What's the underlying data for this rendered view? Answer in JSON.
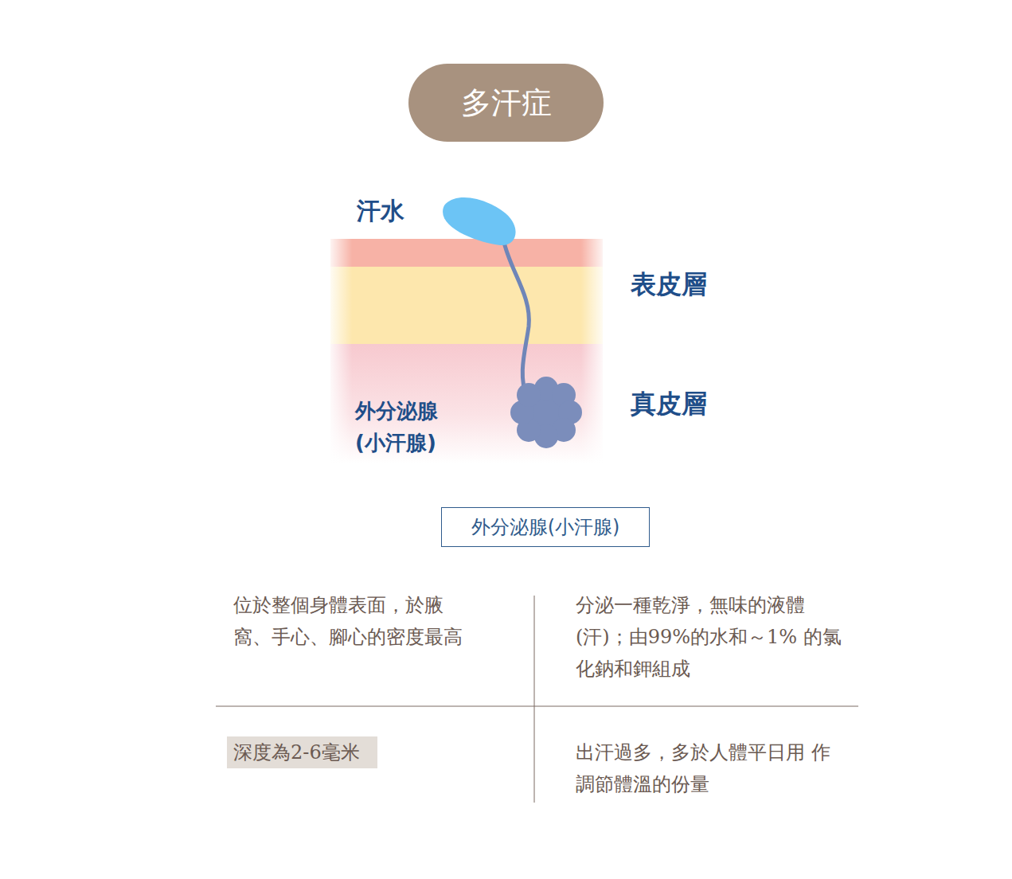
{
  "diagram": {
    "title": "多汗症",
    "nodes": [
      {
        "text": [
          "外分泌腺(小汗腺)"
        ]
      }
    ],
    "labels": [
      "汗水",
      "表皮層",
      "真皮層",
      "外分泌腺 (小汗腺)",
      "位於整個身體表面，於腋 窩、手心、腳心的密度最高",
      "分泌一種乾淨，無味的液體 (汗)；由99%的水和～1% 的氯化鈉和鉀組成",
      "深度為2-6毫米",
      "出汗過多，多於人體平日用 作調節體溫的份量"
    ]
  }
}
